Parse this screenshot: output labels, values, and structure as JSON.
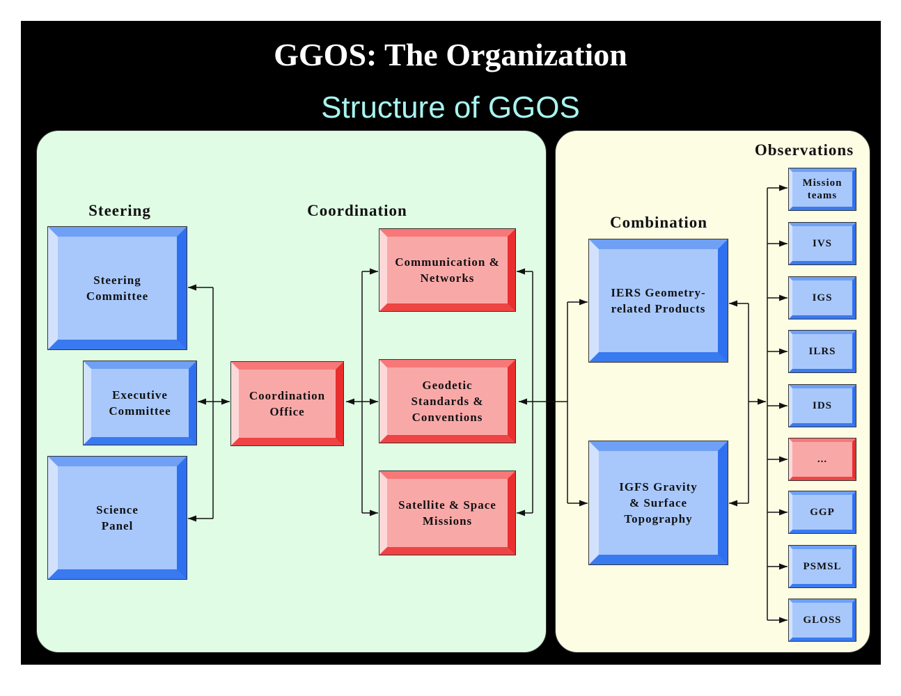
{
  "title": "GGOS: The Organization",
  "subtitle": "Structure of GGOS",
  "sections": {
    "steering": "Steering",
    "coordination": "Coordination",
    "combination": "Combination",
    "observations": "Observations"
  },
  "boxes": {
    "steering_committee": "Steering Committee",
    "executive_committee": "Executive Committee",
    "science_panel": "Science Panel",
    "coordination_office": "Coordination Office",
    "communication_networks": "Communication & Networks",
    "geodetic_standards": "Geodetic Standards & Conventions",
    "satellite_missions": "Satellite & Space Missions",
    "iers": "IERS Geometry-related Products",
    "igfs": "IGFS Gravity & Surface Topography"
  },
  "observations": [
    "Mission teams",
    "IVS",
    "IGS",
    "ILRS",
    "IDS",
    "...",
    "GGP",
    "PSMSL",
    "GLOSS"
  ],
  "colors": {
    "blue_box": "#a8c8fc",
    "red_box": "#f9a8a8",
    "green_panel": "#e0fce4",
    "yellow_panel": "#fdfde4"
  }
}
